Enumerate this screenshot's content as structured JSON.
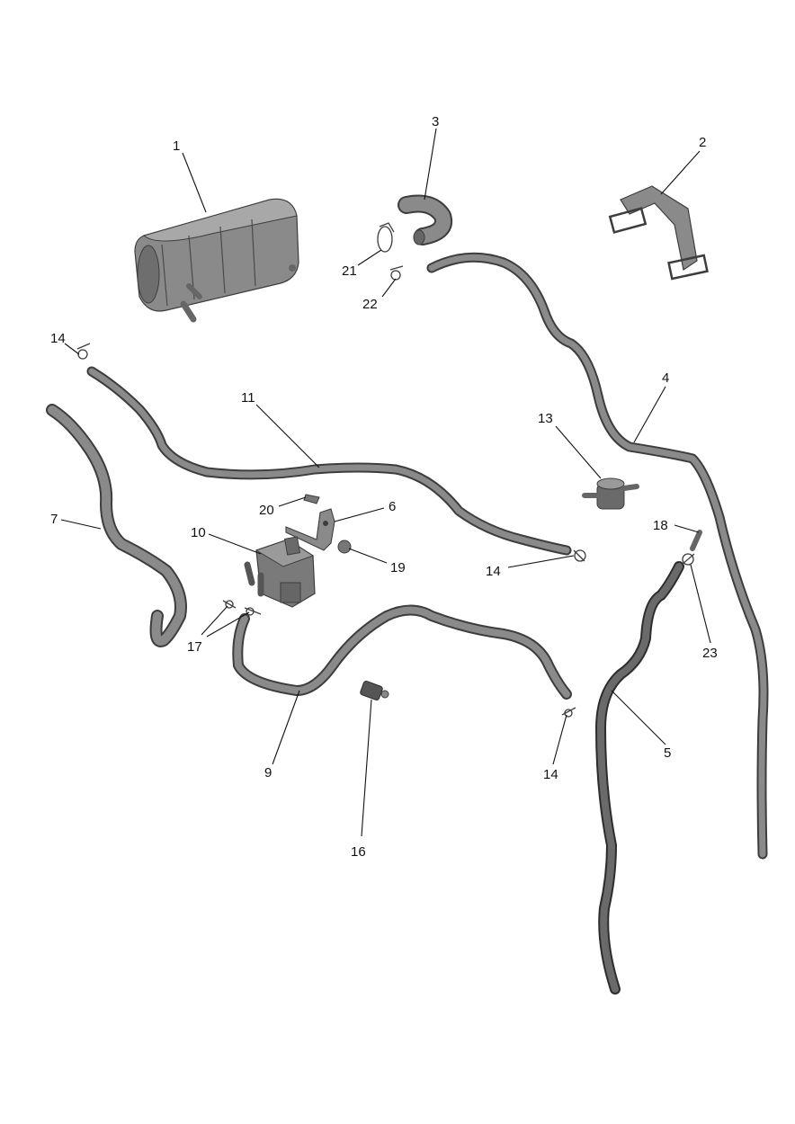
{
  "callouts": [
    {
      "id": "c1",
      "text": "1"
    },
    {
      "id": "c2",
      "text": "2"
    },
    {
      "id": "c3",
      "text": "3"
    },
    {
      "id": "c4",
      "text": "4"
    },
    {
      "id": "c5",
      "text": "5"
    },
    {
      "id": "c6",
      "text": "6"
    },
    {
      "id": "c7",
      "text": "7"
    },
    {
      "id": "c9",
      "text": "9"
    },
    {
      "id": "c10",
      "text": "10"
    },
    {
      "id": "c11",
      "text": "11"
    },
    {
      "id": "c13",
      "text": "13"
    },
    {
      "id": "c14a",
      "text": "14"
    },
    {
      "id": "c14b",
      "text": "14"
    },
    {
      "id": "c14c",
      "text": "14"
    },
    {
      "id": "c16",
      "text": "16"
    },
    {
      "id": "c17",
      "text": "17"
    },
    {
      "id": "c18",
      "text": "18"
    },
    {
      "id": "c19",
      "text": "19"
    },
    {
      "id": "c20",
      "text": "20"
    },
    {
      "id": "c21",
      "text": "21"
    },
    {
      "id": "c22",
      "text": "22"
    },
    {
      "id": "c23",
      "text": "23"
    }
  ],
  "colors": {
    "part_fill": "#8a8a8a",
    "part_dark": "#555555",
    "part_light": "#b5b5b5",
    "hose_fill": "#7a7a7a",
    "hose_outline": "#3d3d3d",
    "label": "#111111"
  }
}
